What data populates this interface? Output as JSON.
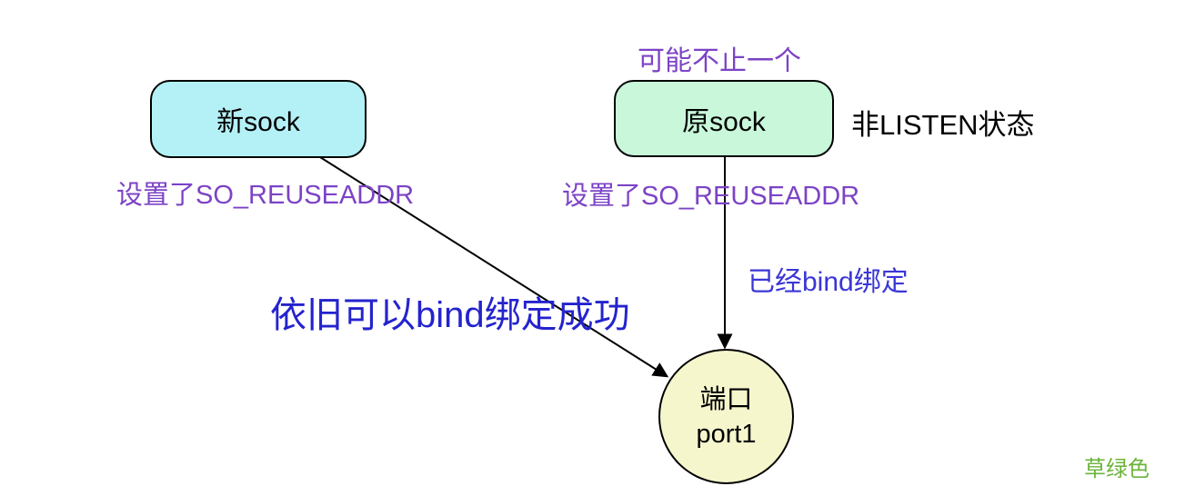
{
  "diagram": {
    "nodes": {
      "new_sock": {
        "label": "新sock",
        "fill": "#b4f1f6"
      },
      "orig_sock": {
        "label": "原sock",
        "fill": "#c8f7d9"
      },
      "port": {
        "label_line1": "端口",
        "label_line2": "port1",
        "fill": "#f6f6cd"
      }
    },
    "labels": {
      "maybe_more_than_one": "可能不止一个",
      "non_listen_state": "非LISTEN状态",
      "set_so_reuseaddr_left": "设置了SO_REUSEADDR",
      "set_so_reuseaddr_right": "设置了SO_REUSEADDR",
      "already_bind": "已经bind绑定",
      "still_can_bind": "依旧可以bind绑定成功",
      "grass_green_note": "草绿色"
    },
    "colors": {
      "purple_annotation": "#7c43c6",
      "blue_annotation": "#3b36d6",
      "blue_emphasis": "#2423ce",
      "green_note": "#6cb43a",
      "node_border": "#000000",
      "arrow": "#000000"
    }
  }
}
